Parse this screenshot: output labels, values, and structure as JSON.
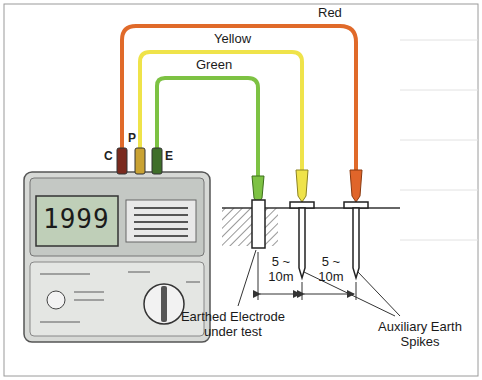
{
  "diagram": {
    "labels": [
      "C",
      "P",
      "E",
      "1999",
      "Red",
      "Yellow",
      "Green",
      "5 ~ 10m",
      "5 ~ 10m",
      "Earthed Electrode under test",
      "Auxiliary Earth Spikes"
    ]
  }
}
